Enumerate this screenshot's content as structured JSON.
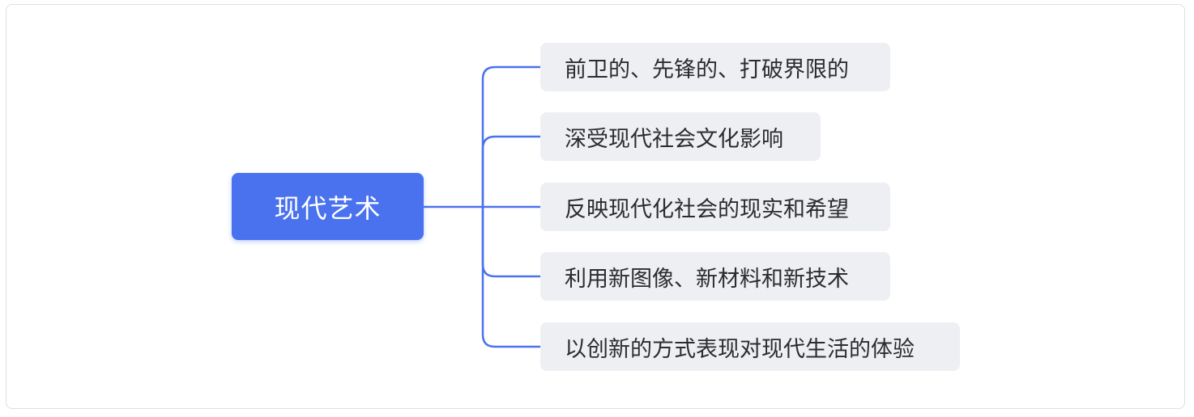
{
  "mindmap": {
    "root": {
      "label": "现代艺术"
    },
    "branches": [
      {
        "label": "前卫的、先锋的、打破界限的"
      },
      {
        "label": "深受现代社会文化影响"
      },
      {
        "label": "反映现代化社会的现实和希望"
      },
      {
        "label": "利用新图像、新材料和新技术"
      },
      {
        "label": "以创新的方式表现对现代生活的体验"
      }
    ]
  },
  "colors": {
    "root_fill": "#4a72ee",
    "branch_fill": "#eeeff2",
    "connector": "#4a72ee"
  }
}
